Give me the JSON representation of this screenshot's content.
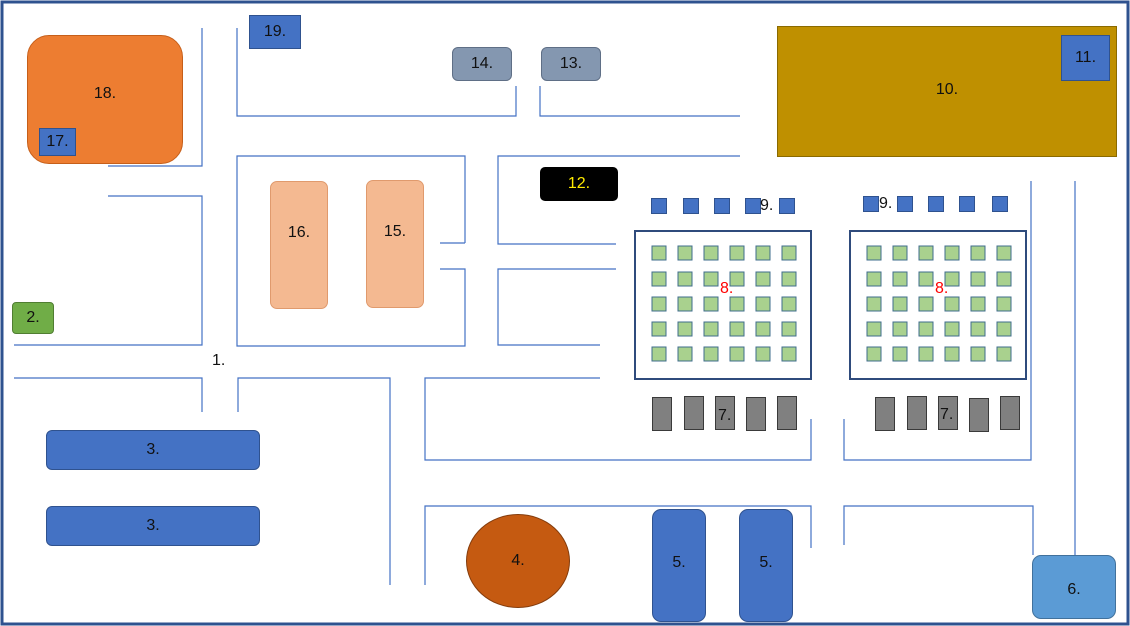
{
  "labels": {
    "1": "1.",
    "2": "2.",
    "3a": "3.",
    "3b": "3.",
    "4": "4.",
    "5a": "5.",
    "5b": "5.",
    "6": "6.",
    "7a": "7.",
    "7b": "7.",
    "8a": "8.",
    "8b": "8.",
    "9a": "9.",
    "9b": "9.",
    "10": "10.",
    "11": "11.",
    "12": "12.",
    "13": "13.",
    "14": "14.",
    "15": "15.",
    "16": "16.",
    "17": "17.",
    "18": "18.",
    "19": "19."
  },
  "colors": {
    "frame": "#2f528f",
    "path_lines": "#4472c4",
    "building_blue": "#4472c4",
    "building_slate": "#8497b0",
    "building_orange": "#ed7d31",
    "building_peach": "#f4b991",
    "building_gold": "#bf9000",
    "building_green": "#70ad47",
    "building_rust": "#c55a11",
    "building_sky": "#5b9bd5",
    "building_black": "#000000",
    "label_yellow": "#ffeb00",
    "unit_grey": "#808080",
    "cell_green": "#a9d18e",
    "label_red": "#ff0000"
  }
}
